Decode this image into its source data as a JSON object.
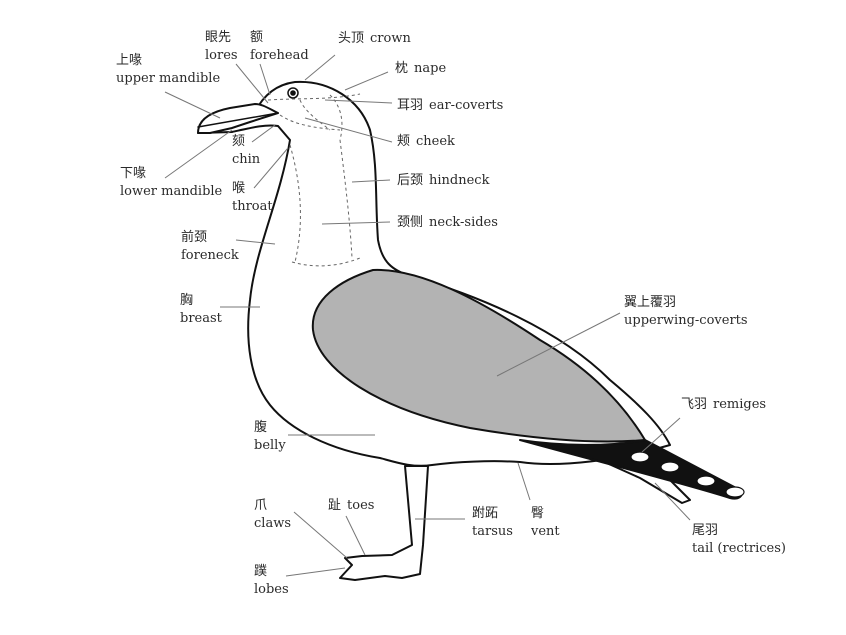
{
  "diagram": {
    "colors": {
      "outline": "#111111",
      "wing_fill": "#b3b3b3",
      "wingtip_fill": "#111111",
      "leader": "#777777"
    },
    "labels": {
      "crown": {
        "zh": "头顶",
        "en": "crown"
      },
      "nape": {
        "zh": "枕",
        "en": "nape"
      },
      "ear_coverts": {
        "zh": "耳羽",
        "en": "ear-coverts"
      },
      "cheek": {
        "zh": "颊",
        "en": "cheek"
      },
      "hindneck": {
        "zh": "后颈",
        "en": "hindneck"
      },
      "neck_sides": {
        "zh": "颈侧",
        "en": "neck-sides"
      },
      "lores": {
        "zh": "眼先",
        "en": "lores"
      },
      "forehead": {
        "zh": "额",
        "en": "forehead"
      },
      "upper_mandible": {
        "zh": "上喙",
        "en": "upper mandible"
      },
      "lower_mandible": {
        "zh": "下喙",
        "en": "lower mandible"
      },
      "chin": {
        "zh": "颏",
        "en": "chin"
      },
      "throat": {
        "zh": "喉",
        "en": "throat"
      },
      "foreneck": {
        "zh": "前颈",
        "en": "foreneck"
      },
      "breast": {
        "zh": "胸",
        "en": "breast"
      },
      "upperwing_coverts": {
        "zh": "翼上覆羽",
        "en": "upperwing-coverts"
      },
      "remiges": {
        "zh": "飞羽",
        "en": "remiges"
      },
      "belly": {
        "zh": "腹",
        "en": "belly"
      },
      "claws": {
        "zh": "爪",
        "en": "claws"
      },
      "toes": {
        "zh": "趾",
        "en": "toes"
      },
      "tarsus": {
        "zh": "跗跖",
        "en": "tarsus"
      },
      "vent": {
        "zh": "臀",
        "en": "vent"
      },
      "tail": {
        "zh": "尾羽",
        "en": "tail (rectrices)"
      },
      "lobes": {
        "zh": "蹼",
        "en": "lobes"
      }
    }
  }
}
